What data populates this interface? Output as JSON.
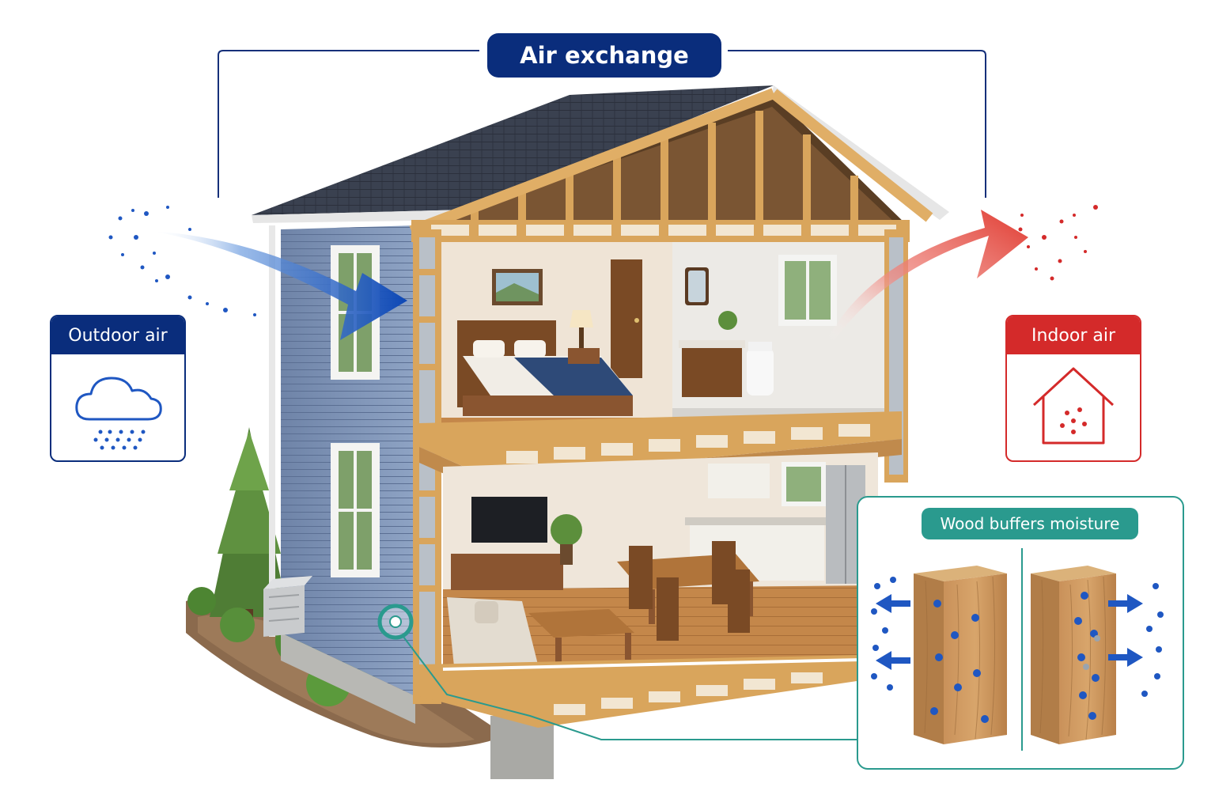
{
  "title": "Air exchange",
  "outdoor": {
    "label": "Outdoor air",
    "icon": "cloud-icon",
    "color": "#0a2d7c"
  },
  "indoor": {
    "label": "Indoor air",
    "icon": "house-icon",
    "color": "#d42a2a"
  },
  "moisture": {
    "label": "Wood buffers moisture",
    "color": "#2a9a8e"
  },
  "colors": {
    "title_bg": "#0a2d7c",
    "frame_line": "#16307a",
    "inflow_arrow": "#0d47b5",
    "outflow_arrow": "#e03a30",
    "siding": "#7f94b6",
    "roof": "#3a4150",
    "timber": "#d9a55c"
  }
}
